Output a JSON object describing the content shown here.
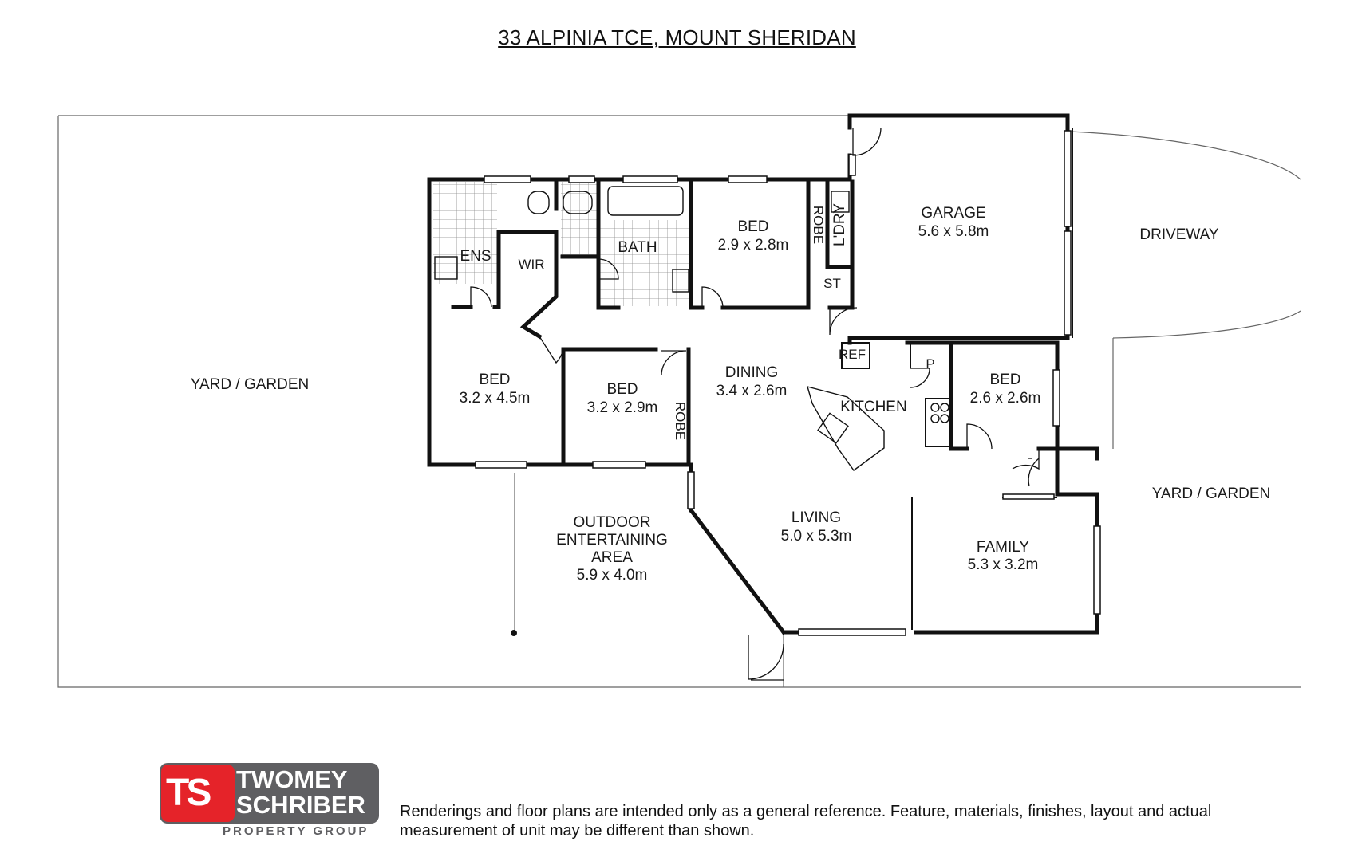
{
  "title": "33 ALPINIA TCE, MOUNT SHERIDAN",
  "rooms": {
    "yard_left": "YARD / GARDEN",
    "ensuite": "ENS",
    "wir": "WIR",
    "bath": "BATH",
    "bed2_name": "BED",
    "bed2_size": "2.9 x 2.8m",
    "robe_top": "ROBE",
    "laundry": "L'DRY",
    "store": "ST",
    "garage_name": "GARAGE",
    "garage_size": "5.6 x 5.8m",
    "driveway": "DRIVEWAY",
    "bed1_name": "BED",
    "bed1_size": "3.2 x 4.5m",
    "bed3_name": "BED",
    "bed3_size": "3.2 x 2.9m",
    "robe_mid": "ROBE",
    "dining_name": "DINING",
    "dining_size": "3.4 x 2.6m",
    "ref": "REF",
    "pantry": "P",
    "kitchen": "KITCHEN",
    "bed4_name": "BED",
    "bed4_size": "2.6 x 2.6m",
    "yard_right": "YARD / GARDEN",
    "outdoor_l1": "OUTDOOR",
    "outdoor_l2": "ENTERTAINING",
    "outdoor_l3": "AREA",
    "outdoor_size": "5.9 x 4.0m",
    "living_name": "LIVING",
    "living_size": "5.0 x 5.3m",
    "family_name": "FAMILY",
    "family_size": "5.3 x 3.2m"
  },
  "logo": {
    "mark": "TS",
    "line1": "TWOMEY",
    "line2": "SCHRIBER",
    "tagline": "PROPERTY GROUP",
    "red": "#e52329",
    "grey": "#5f5f62"
  },
  "disclaimer": "Renderings and floor plans are intended only as a general reference. Feature, materials, finishes, layout and actual measurement of unit may be different than shown."
}
